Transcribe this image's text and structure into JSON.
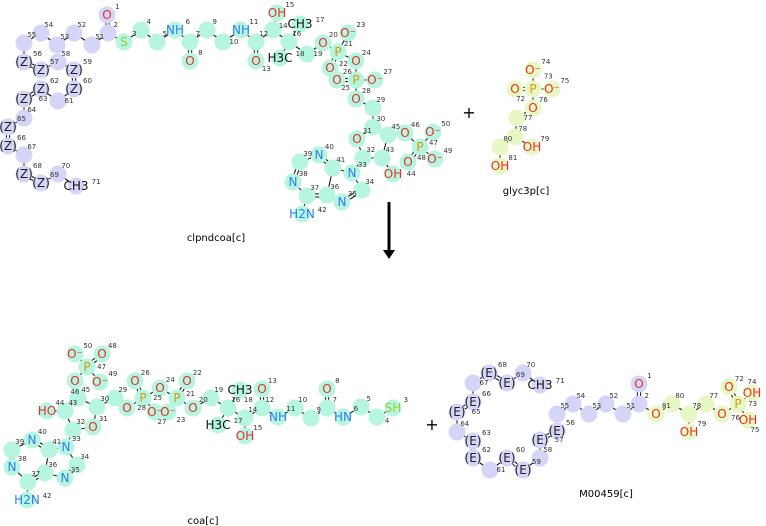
{
  "reaction": {
    "plus_top": "+",
    "plus_bottom": "+"
  },
  "colors": {
    "chain": "#d5d5f7",
    "coa": "#b6f5df",
    "glycerol": "#e7f8c4",
    "O": "#e8302a",
    "N": "#2f7ef0",
    "S": "#9acd32",
    "P": "#d49a10",
    "C": "#111111"
  },
  "compounds": [
    {
      "id": "clpndcoa",
      "name": "clpndcoa[c]",
      "atoms": [
        {
          "n": "1",
          "s": "O"
        },
        {
          "n": "2",
          "s": ""
        },
        {
          "n": "3",
          "s": "S"
        },
        {
          "n": "4",
          "s": ""
        },
        {
          "n": "5",
          "s": ""
        },
        {
          "n": "6",
          "s": "NH"
        },
        {
          "n": "7",
          "s": ""
        },
        {
          "n": "8",
          "s": "O"
        },
        {
          "n": "9",
          "s": ""
        },
        {
          "n": "10",
          "s": ""
        },
        {
          "n": "11",
          "s": "NH"
        },
        {
          "n": "12",
          "s": ""
        },
        {
          "n": "13",
          "s": "O"
        },
        {
          "n": "14",
          "s": ""
        },
        {
          "n": "15",
          "s": "OH"
        },
        {
          "n": "16",
          "s": ""
        },
        {
          "n": "17",
          "s": "CH3"
        },
        {
          "n": "18",
          "s": "H3C"
        },
        {
          "n": "19",
          "s": ""
        },
        {
          "n": "20",
          "s": "O"
        },
        {
          "n": "21",
          "s": "P"
        },
        {
          "n": "22",
          "s": "O"
        },
        {
          "n": "23",
          "s": "O⁻"
        },
        {
          "n": "24",
          "s": "O"
        },
        {
          "n": "25",
          "s": "P"
        },
        {
          "n": "26",
          "s": "O"
        },
        {
          "n": "27",
          "s": "O⁻"
        },
        {
          "n": "28",
          "s": "O"
        },
        {
          "n": "29",
          "s": ""
        },
        {
          "n": "30",
          "s": ""
        },
        {
          "n": "31",
          "s": "O"
        },
        {
          "n": "32",
          "s": ""
        },
        {
          "n": "33",
          "s": "N"
        },
        {
          "n": "34",
          "s": ""
        },
        {
          "n": "35",
          "s": "N"
        },
        {
          "n": "36",
          "s": ""
        },
        {
          "n": "37",
          "s": ""
        },
        {
          "n": "38",
          "s": "N"
        },
        {
          "n": "39",
          "s": ""
        },
        {
          "n": "40",
          "s": "N"
        },
        {
          "n": "41",
          "s": ""
        },
        {
          "n": "42",
          "s": "H2N"
        },
        {
          "n": "43",
          "s": ""
        },
        {
          "n": "44",
          "s": "OH"
        },
        {
          "n": "45",
          "s": ""
        },
        {
          "n": "46",
          "s": "O"
        },
        {
          "n": "47",
          "s": "P"
        },
        {
          "n": "48",
          "s": "O"
        },
        {
          "n": "49",
          "s": "O⁻"
        },
        {
          "n": "50",
          "s": "O⁻"
        },
        {
          "n": "51",
          "s": ""
        },
        {
          "n": "52",
          "s": ""
        },
        {
          "n": "53",
          "s": ""
        },
        {
          "n": "54",
          "s": ""
        },
        {
          "n": "55",
          "s": ""
        },
        {
          "n": "56",
          "s": "(Z)"
        },
        {
          "n": "57",
          "s": "(Z)"
        },
        {
          "n": "58",
          "s": ""
        },
        {
          "n": "59",
          "s": "(Z)"
        },
        {
          "n": "60",
          "s": "(Z)"
        },
        {
          "n": "61",
          "s": ""
        },
        {
          "n": "62",
          "s": "(Z)"
        },
        {
          "n": "63",
          "s": "(Z)"
        },
        {
          "n": "64",
          "s": ""
        },
        {
          "n": "65",
          "s": "(Z)"
        },
        {
          "n": "66",
          "s": "(Z)"
        },
        {
          "n": "67",
          "s": ""
        },
        {
          "n": "68",
          "s": "(Z)"
        },
        {
          "n": "69",
          "s": "(Z)"
        },
        {
          "n": "70",
          "s": ""
        },
        {
          "n": "71",
          "s": "CH3"
        }
      ]
    },
    {
      "id": "glyc3p",
      "name": "glyc3p[c]",
      "atoms": [
        {
          "n": "72",
          "s": "O"
        },
        {
          "n": "73",
          "s": "P"
        },
        {
          "n": "74",
          "s": "O⁻"
        },
        {
          "n": "75",
          "s": "O⁻"
        },
        {
          "n": "76",
          "s": "O"
        },
        {
          "n": "77",
          "s": ""
        },
        {
          "n": "78",
          "s": ""
        },
        {
          "n": "79",
          "s": "OH"
        },
        {
          "n": "80",
          "s": ""
        },
        {
          "n": "81",
          "s": "OH"
        }
      ]
    },
    {
      "id": "coa",
      "name": "coa[c]",
      "atoms": [
        {
          "n": "3",
          "s": "SH"
        },
        {
          "n": "4",
          "s": ""
        },
        {
          "n": "5",
          "s": ""
        },
        {
          "n": "6",
          "s": "HN"
        },
        {
          "n": "7",
          "s": ""
        },
        {
          "n": "8",
          "s": "O"
        },
        {
          "n": "9",
          "s": ""
        },
        {
          "n": "10",
          "s": ""
        },
        {
          "n": "11",
          "s": "NH"
        },
        {
          "n": "12",
          "s": ""
        },
        {
          "n": "13",
          "s": "O"
        },
        {
          "n": "14",
          "s": ""
        },
        {
          "n": "15",
          "s": "OH"
        },
        {
          "n": "16",
          "s": ""
        },
        {
          "n": "17",
          "s": "H3C"
        },
        {
          "n": "18",
          "s": "CH3"
        },
        {
          "n": "19",
          "s": ""
        },
        {
          "n": "20",
          "s": "O"
        },
        {
          "n": "21",
          "s": "P"
        },
        {
          "n": "22",
          "s": "O"
        },
        {
          "n": "23",
          "s": "O⁻"
        },
        {
          "n": "24",
          "s": "O"
        },
        {
          "n": "25",
          "s": "P"
        },
        {
          "n": "26",
          "s": "O"
        },
        {
          "n": "27",
          "s": "O⁻"
        },
        {
          "n": "28",
          "s": "O"
        },
        {
          "n": "29",
          "s": ""
        },
        {
          "n": "30",
          "s": ""
        },
        {
          "n": "31",
          "s": "O"
        },
        {
          "n": "32",
          "s": ""
        },
        {
          "n": "33",
          "s": "N"
        },
        {
          "n": "34",
          "s": ""
        },
        {
          "n": "35",
          "s": "N"
        },
        {
          "n": "36",
          "s": ""
        },
        {
          "n": "37",
          "s": ""
        },
        {
          "n": "38",
          "s": "N"
        },
        {
          "n": "39",
          "s": ""
        },
        {
          "n": "40",
          "s": "N"
        },
        {
          "n": "41",
          "s": ""
        },
        {
          "n": "42",
          "s": "H2N"
        },
        {
          "n": "43",
          "s": ""
        },
        {
          "n": "44",
          "s": "HO"
        },
        {
          "n": "45",
          "s": ""
        },
        {
          "n": "46",
          "s": "O"
        },
        {
          "n": "47",
          "s": "P"
        },
        {
          "n": "48",
          "s": "O"
        },
        {
          "n": "49",
          "s": "O⁻"
        },
        {
          "n": "50",
          "s": "O⁻"
        }
      ]
    },
    {
      "id": "M00459",
      "name": "M00459[c]",
      "atoms": [
        {
          "n": "1",
          "s": "O"
        },
        {
          "n": "2",
          "s": ""
        },
        {
          "n": "51",
          "s": ""
        },
        {
          "n": "52",
          "s": ""
        },
        {
          "n": "53",
          "s": ""
        },
        {
          "n": "54",
          "s": ""
        },
        {
          "n": "55",
          "s": ""
        },
        {
          "n": "56",
          "s": "(E)"
        },
        {
          "n": "57",
          "s": "(E)"
        },
        {
          "n": "58",
          "s": ""
        },
        {
          "n": "59",
          "s": "(E)"
        },
        {
          "n": "60",
          "s": "(E)"
        },
        {
          "n": "61",
          "s": ""
        },
        {
          "n": "62",
          "s": "(E)"
        },
        {
          "n": "63",
          "s": "(E)"
        },
        {
          "n": "64",
          "s": ""
        },
        {
          "n": "65",
          "s": "(E)"
        },
        {
          "n": "66",
          "s": "(E)"
        },
        {
          "n": "67",
          "s": ""
        },
        {
          "n": "68",
          "s": "(E)"
        },
        {
          "n": "69",
          "s": "(E)"
        },
        {
          "n": "70",
          "s": ""
        },
        {
          "n": "71",
          "s": "CH3"
        },
        {
          "n": "72",
          "s": "O"
        },
        {
          "n": "73",
          "s": "P"
        },
        {
          "n": "74",
          "s": "OH"
        },
        {
          "n": "75",
          "s": "OH"
        },
        {
          "n": "76",
          "s": "O"
        },
        {
          "n": "77",
          "s": ""
        },
        {
          "n": "78",
          "s": ""
        },
        {
          "n": "79",
          "s": "OH"
        },
        {
          "n": "80",
          "s": ""
        },
        {
          "n": "81",
          "s": "O"
        }
      ]
    }
  ]
}
